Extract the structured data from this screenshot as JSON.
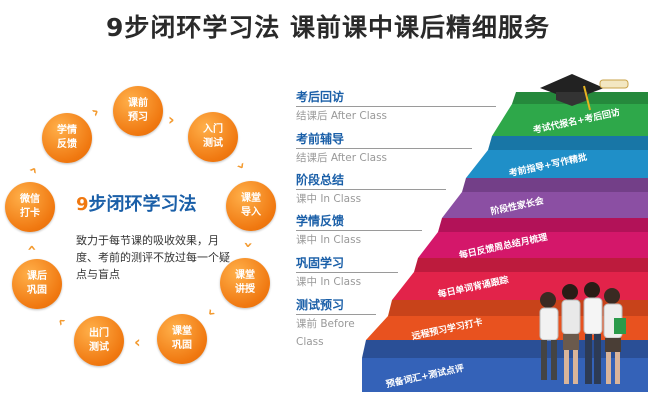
{
  "title": "9步闭环学习法 课前课中课后精细服务",
  "cycle": {
    "nodes": [
      {
        "line1": "课前",
        "line2": "预习"
      },
      {
        "line1": "入门",
        "line2": "测试"
      },
      {
        "line1": "课堂",
        "line2": "导入"
      },
      {
        "line1": "课堂",
        "line2": "讲授"
      },
      {
        "line1": "课堂",
        "line2": "巩固"
      },
      {
        "line1": "出门",
        "line2": "测试"
      },
      {
        "line1": "课后",
        "line2": "巩固"
      },
      {
        "line1": "微信",
        "line2": "打卡"
      },
      {
        "line1": "学情",
        "line2": "反馈"
      }
    ],
    "center_title_num": "9",
    "center_title_rest": "步闭环学习法",
    "center_text": "致力于每节课的吸收效果，月度、考前的测评不放过每一个疑点与盲点"
  },
  "labels": [
    {
      "heading": "考后回访",
      "sub": "结课后 After Class"
    },
    {
      "heading": "考前辅导",
      "sub": "结课后 After Class"
    },
    {
      "heading": "阶段总结",
      "sub": "课中 In Class"
    },
    {
      "heading": "学情反馈",
      "sub": "课中 In Class"
    },
    {
      "heading": "巩固学习",
      "sub": "课中 In Class"
    },
    {
      "heading": "测试预习",
      "sub": "课前 Before Class"
    }
  ],
  "steps": [
    {
      "text": "预备词汇+测试点评",
      "color": "#3462b8"
    },
    {
      "text": "远程预习学习打卡",
      "color": "#e8521f"
    },
    {
      "text": "每日单词背诵跟踪",
      "color": "#e2234a"
    },
    {
      "text": "每日反馈周总结月梳理",
      "color": "#d4176a"
    },
    {
      "text": "阶段性家长会",
      "color": "#8b4fa3"
    },
    {
      "text": "考前指导+写作精批",
      "color": "#1f8fc8"
    },
    {
      "text": "考试代报名+考后回访",
      "color": "#2ea84a"
    }
  ],
  "colors": {
    "orange": "#f07810",
    "blue": "#1a5fa8"
  }
}
